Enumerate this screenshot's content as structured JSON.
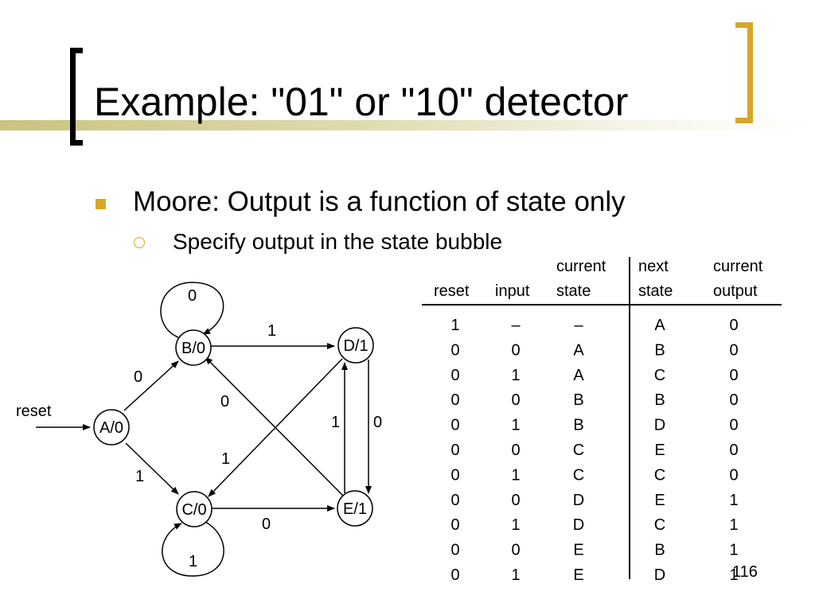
{
  "slide": {
    "title": "Example: \"01\" or \"10\" detector",
    "bullet_1": "Moore: Output is a function of state only",
    "bullet_2": "Specify output in the state bubble",
    "page_number": "116"
  },
  "diagram": {
    "reset_label": "reset",
    "states": [
      {
        "id": "A",
        "label": "A/0"
      },
      {
        "id": "B",
        "label": "B/0"
      },
      {
        "id": "C",
        "label": "C/0"
      },
      {
        "id": "D",
        "label": "D/1"
      },
      {
        "id": "E",
        "label": "E/1"
      }
    ],
    "edge_labels": {
      "B_self": "0",
      "A_to_B": "0",
      "A_to_C": "1",
      "B_to_D": "1",
      "C_to_E": "0",
      "C_self": "1",
      "E_to_B": "0",
      "D_to_C": "1",
      "E_to_D": "1",
      "D_to_E": "0"
    }
  },
  "table": {
    "headers": [
      [
        "reset"
      ],
      [
        "input"
      ],
      [
        "current",
        "state"
      ],
      [
        "next",
        "state"
      ],
      [
        "current",
        "output"
      ]
    ],
    "rows": [
      [
        "1",
        "–",
        "–",
        "A",
        "0"
      ],
      [
        "0",
        "0",
        "A",
        "B",
        "0"
      ],
      [
        "0",
        "1",
        "A",
        "C",
        "0"
      ],
      [
        "0",
        "0",
        "B",
        "B",
        "0"
      ],
      [
        "0",
        "1",
        "B",
        "D",
        "0"
      ],
      [
        "0",
        "0",
        "C",
        "E",
        "0"
      ],
      [
        "0",
        "1",
        "C",
        "C",
        "0"
      ],
      [
        "0",
        "0",
        "D",
        "E",
        "1"
      ],
      [
        "0",
        "1",
        "D",
        "C",
        "1"
      ],
      [
        "0",
        "0",
        "E",
        "B",
        "1"
      ],
      [
        "0",
        "1",
        "E",
        "D",
        "1"
      ]
    ]
  }
}
